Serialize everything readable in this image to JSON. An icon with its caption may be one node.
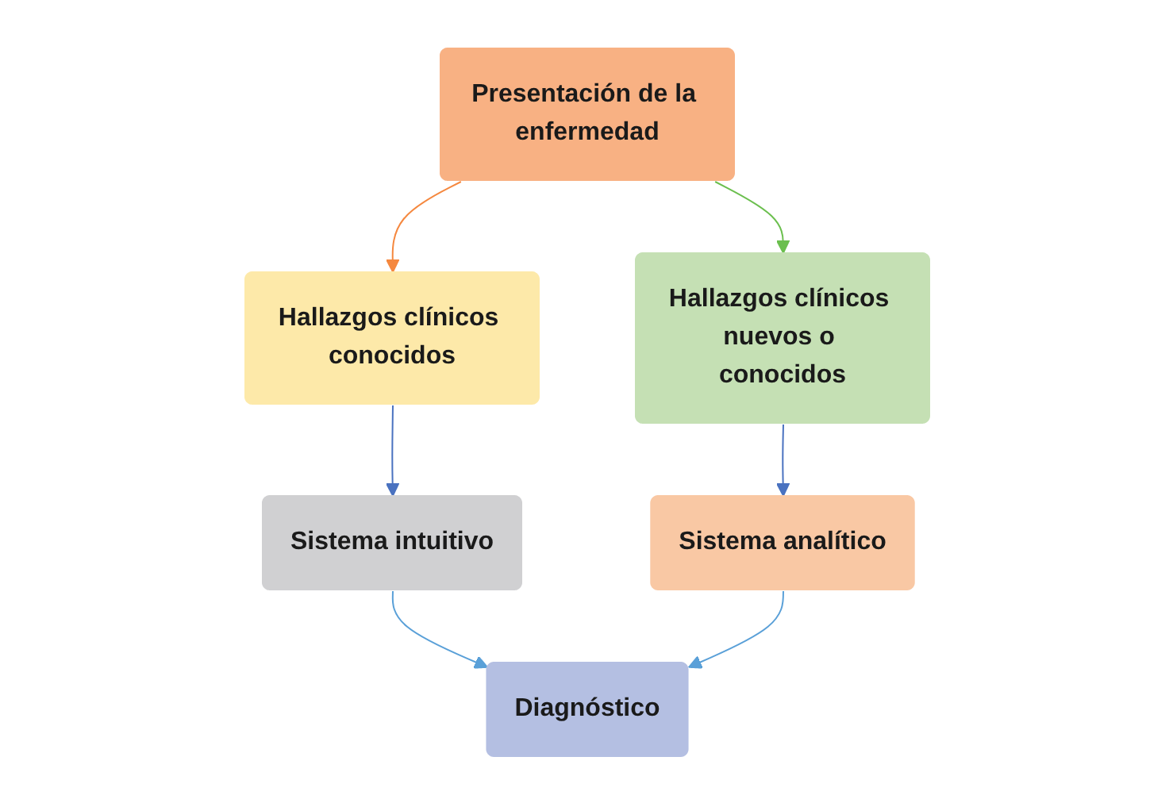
{
  "diagram": {
    "nodes": [
      {
        "text": [
          "Presentación de la enfermedad"
        ]
      },
      {
        "text": [
          "Hallazgos clínicos conocidos"
        ]
      },
      {
        "text": [
          "Hallazgos clínicos nuevos o conocidos"
        ]
      },
      {
        "text": [
          "Diagnóstico"
        ]
      },
      {
        "text": [
          "Sistema intuitivo"
        ]
      },
      {
        "text": [
          "Sistema analítico"
        ]
      }
    ],
    "edges": [
      {
        "from": 0,
        "to": 1,
        "arrow": "to",
        "color": "#f5883f"
      },
      {
        "from": 0,
        "to": 2,
        "arrow": "to",
        "color": "#6bbf4e"
      },
      {
        "from": 1,
        "to": 4,
        "arrow": "to",
        "color": "#4a72c0"
      },
      {
        "from": 2,
        "to": 5,
        "arrow": "to",
        "color": "#4a72c0"
      },
      {
        "from": 4,
        "to": 3,
        "arrow": "to",
        "color": "#5aa0d8"
      },
      {
        "from": 5,
        "to": 3,
        "arrow": "to",
        "color": "#5aa0d8"
      }
    ]
  }
}
